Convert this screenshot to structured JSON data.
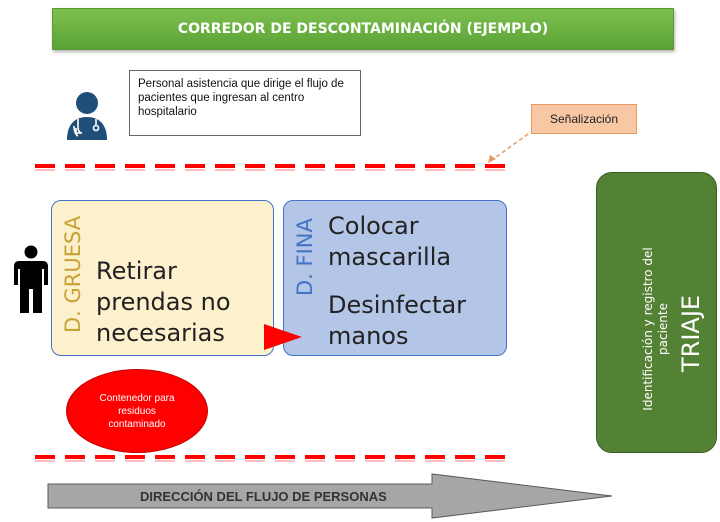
{
  "title": "CORREDOR DE DESCONTAMINACIÓN (EJEMPLO)",
  "staff_note": "Personal asistencia que dirige el flujo de pacientes que ingresan al centro hospitalario",
  "signage_label": "Señalización",
  "gruesa": {
    "label": "D. GRUESA",
    "text": "Retirar prendas no necesarias"
  },
  "fina": {
    "label": "D. FINA",
    "text1": "Colocar mascarilla",
    "text2": "Desinfectar manos"
  },
  "triaje": {
    "title": "TRIAJE",
    "subtitle": "Identificación y registro del paciente"
  },
  "container_label": "Contenedor para residuos contaminado",
  "flow_direction": "DIRECCIÓN DEL FLUJO DE PERSONAS",
  "colors": {
    "title_green": "#70ad47",
    "signage_orange": "#f8c8a4",
    "gruesa_fill": "#fdf0cc",
    "fina_fill": "#b3c6e7",
    "triaje_green": "#548235",
    "dash_red": "#ff0000",
    "staff_icon": "#1f4e79"
  }
}
